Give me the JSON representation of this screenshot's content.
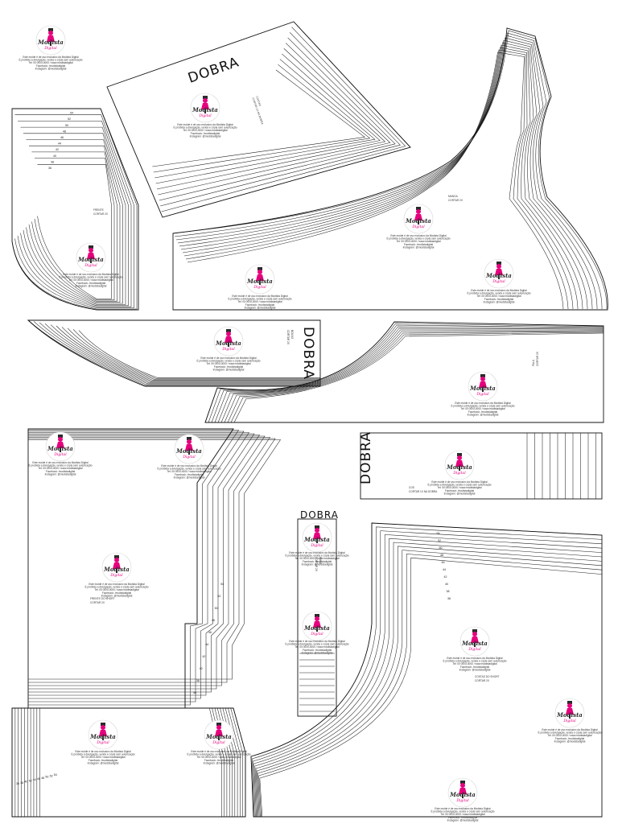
{
  "fold_label": "DOBRA",
  "brand": {
    "name_top": "Modista",
    "name_bottom": "Digital",
    "accent_color": "#e6007e",
    "figure_color": "#2b2b2b"
  },
  "logo_caption_lines": [
    "Este molde é de uso exclusivo da Modista Digital",
    "É proibida a divulgação, venda e cópia sem autorização",
    "Tel: 00 0000-0000 / www.modistadigital",
    "Facebook: /modistadigital",
    "Instagram: @modistadigital"
  ],
  "piece_labels": {
    "front": [
      "FRENTE",
      "CORTAR 2X"
    ],
    "back": [
      "COSTAS",
      "CORTAR 1X NA DOBRA"
    ],
    "sleeve": [
      "MANGA",
      "CORTAR 2X"
    ],
    "waistband": [
      "COS",
      "CORTAR 1X NA DOBRA"
    ],
    "pocket": [
      "BOLSO",
      "CORTAR 2X"
    ],
    "front_short": [
      "FRENTE DO SHORT",
      "CORTAR 2X"
    ],
    "back_short": [
      "COSTAS DO SHORT",
      "CORTAR 2X"
    ],
    "yoke": [
      "PALA",
      "CORTAR 2X"
    ],
    "band": [
      "FAIXA",
      "CORTAR 2X"
    ]
  },
  "size_labels": [
    "36",
    "38",
    "40",
    "42",
    "44",
    "46",
    "48",
    "50",
    "52",
    "54"
  ]
}
